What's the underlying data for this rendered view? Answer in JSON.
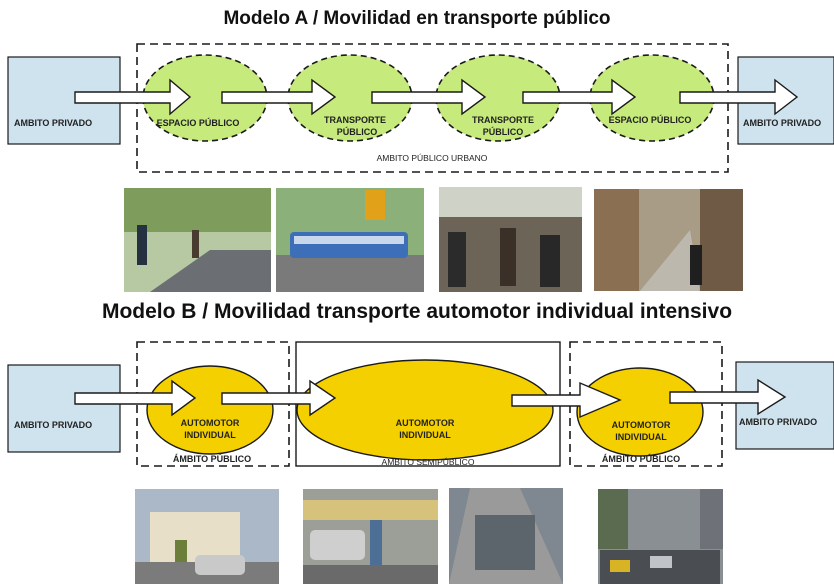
{
  "model_a": {
    "title": "Modelo A / Movilidad en transporte público",
    "left_box": "AMBITO PRIVADO",
    "right_box": "AMBITO PRIVADO",
    "nodes": [
      {
        "line1": "ESPACIO PÚBLICO",
        "line2": ""
      },
      {
        "line1": "TRANSPORTE",
        "line2": "PÚBLICO"
      },
      {
        "line1": "TRANSPORTE",
        "line2": "PÚBLICO"
      },
      {
        "line1": "ESPACIO PÚBLICO",
        "line2": ""
      }
    ],
    "region_label": "AMBITO PÚBLICO URBANO",
    "photos": [
      "pedestrians-sidewalk-photo",
      "articulated-bus-photo",
      "subway-interior-photo",
      "pedestrian-street-photo"
    ]
  },
  "model_b": {
    "title": "Modelo B / Movilidad transporte automotor individual intensivo",
    "left_box": "AMBITO PRIVADO",
    "right_box": "AMBITO PRIVADO",
    "nodes": [
      {
        "line1": "AUTOMOTOR",
        "line2": "INDIVIDUAL"
      },
      {
        "line1": "AUTOMOTOR",
        "line2": "INDIVIDUAL"
      },
      {
        "line1": "AUTOMOTOR",
        "line2": "INDIVIDUAL"
      }
    ],
    "region_labels": [
      "ÁMBITO PÚBLICO",
      "AMBITO SEMIPÚBLICO",
      "ÁMBITO PÚBLICO"
    ],
    "photos": [
      "gated-housing-photo",
      "toll-booth-photo",
      "highway-traffic-photo",
      "city-traffic-jam-photo"
    ]
  },
  "colors": {
    "box_fill": "#cfe3ef",
    "green_ellipse": "#c6ea7c",
    "yellow_ellipse": "#f5d000",
    "stroke": "#1a1a1a"
  }
}
